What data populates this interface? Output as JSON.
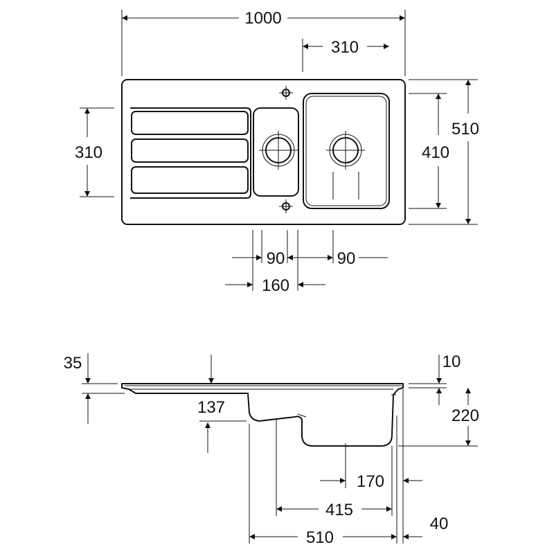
{
  "colors": {
    "line": "#111111",
    "background": "#ffffff"
  },
  "top_view": {
    "overall_width": "1000",
    "main_bowl_width": "310",
    "overall_depth": "510",
    "drainer_depth": "310",
    "main_bowl_depth": "410",
    "waste_spacing_left": "90",
    "waste_spacing_right": "90",
    "bowl_spacing": "160"
  },
  "side_view": {
    "rim_thickness": "35",
    "rim_step": "10",
    "half_bowl_depth": "137",
    "main_bowl_depth": "220",
    "waste_offset_main": "170",
    "waste_offset_half": "415",
    "underside_width": "510",
    "edge_offset": "40"
  }
}
